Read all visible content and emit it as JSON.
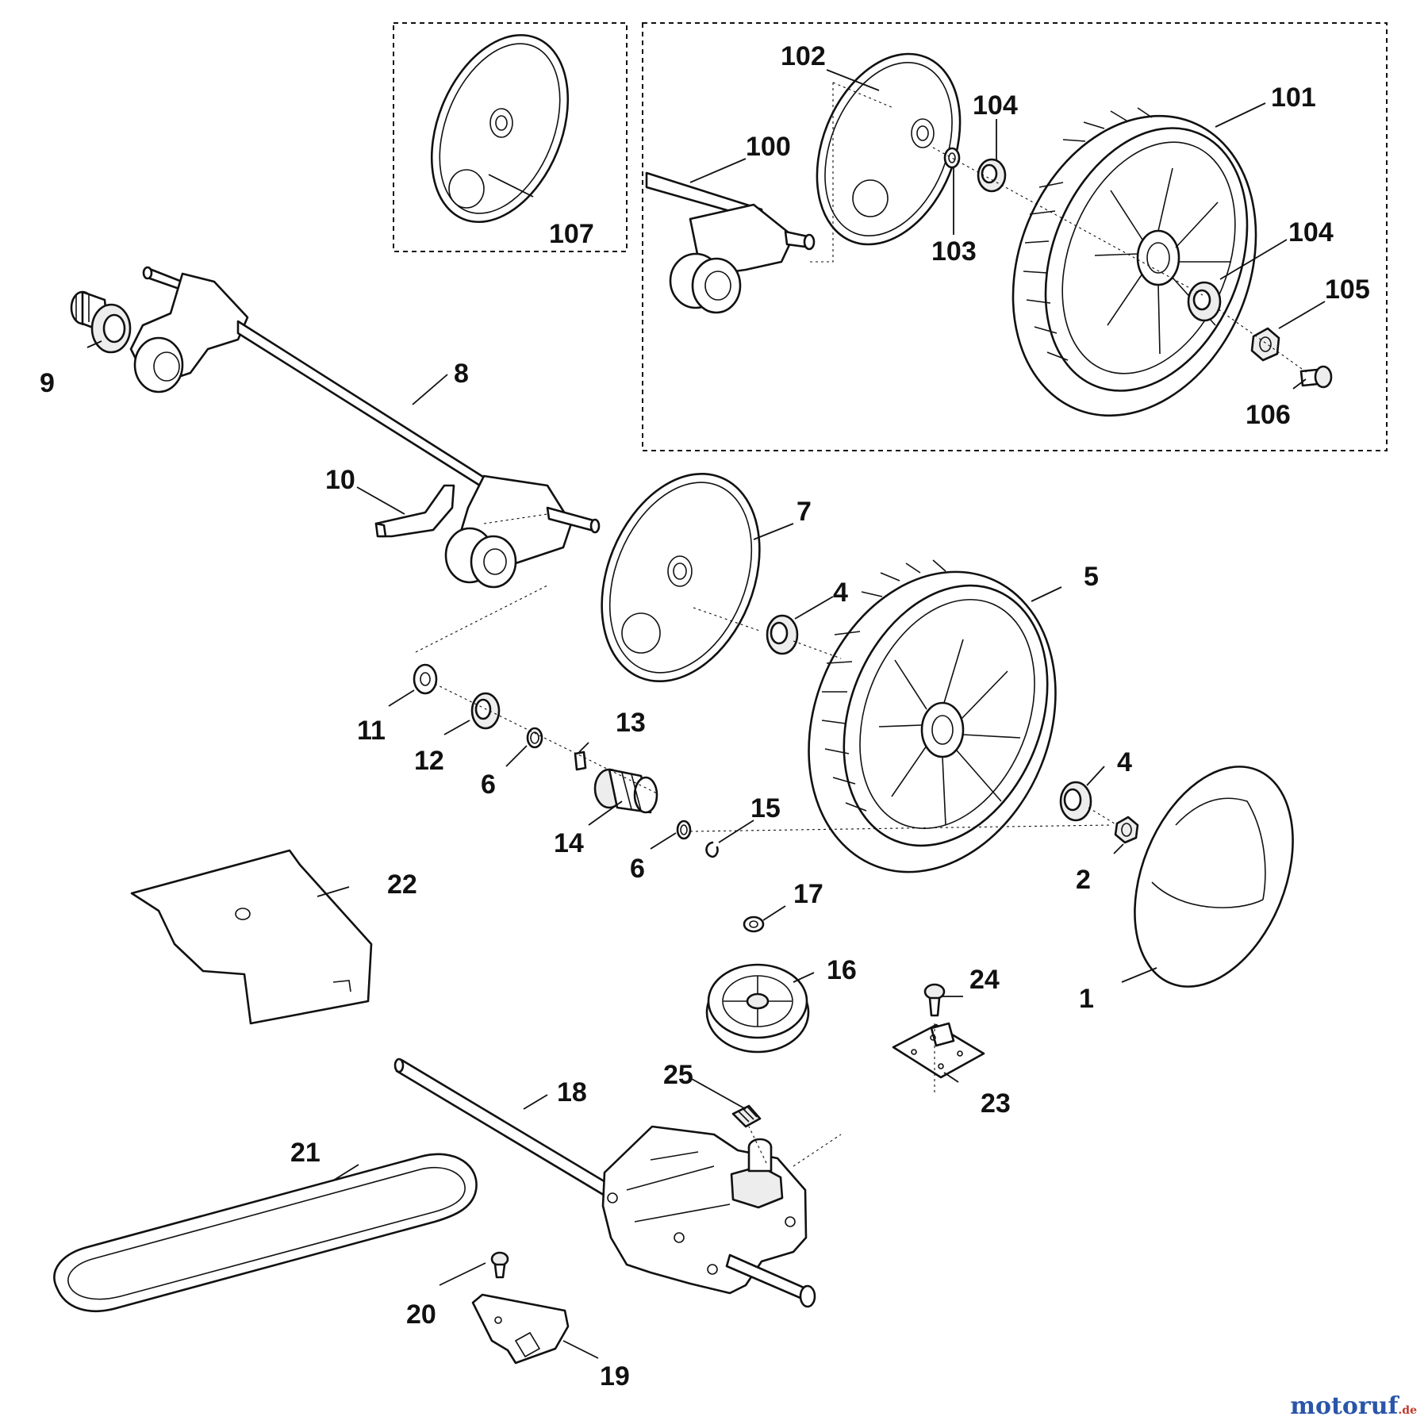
{
  "callouts": {
    "c100": "100",
    "c101": "101",
    "c102": "102",
    "c103": "103",
    "c104a": "104",
    "c104b": "104",
    "c105": "105",
    "c106": "106",
    "c107": "107",
    "c1": "1",
    "c2": "2",
    "c4a": "4",
    "c4b": "4",
    "c5": "5",
    "c6a": "6",
    "c6b": "6",
    "c7": "7",
    "c8": "8",
    "c9": "9",
    "c10": "10",
    "c11": "11",
    "c12": "12",
    "c13": "13",
    "c14": "14",
    "c15": "15",
    "c16": "16",
    "c17": "17",
    "c18": "18",
    "c19": "19",
    "c20": "20",
    "c21": "21",
    "c22": "22",
    "c23": "23",
    "c24": "24",
    "c25": "25"
  },
  "watermark": {
    "brand": "motoruf",
    "tld": ".de"
  }
}
